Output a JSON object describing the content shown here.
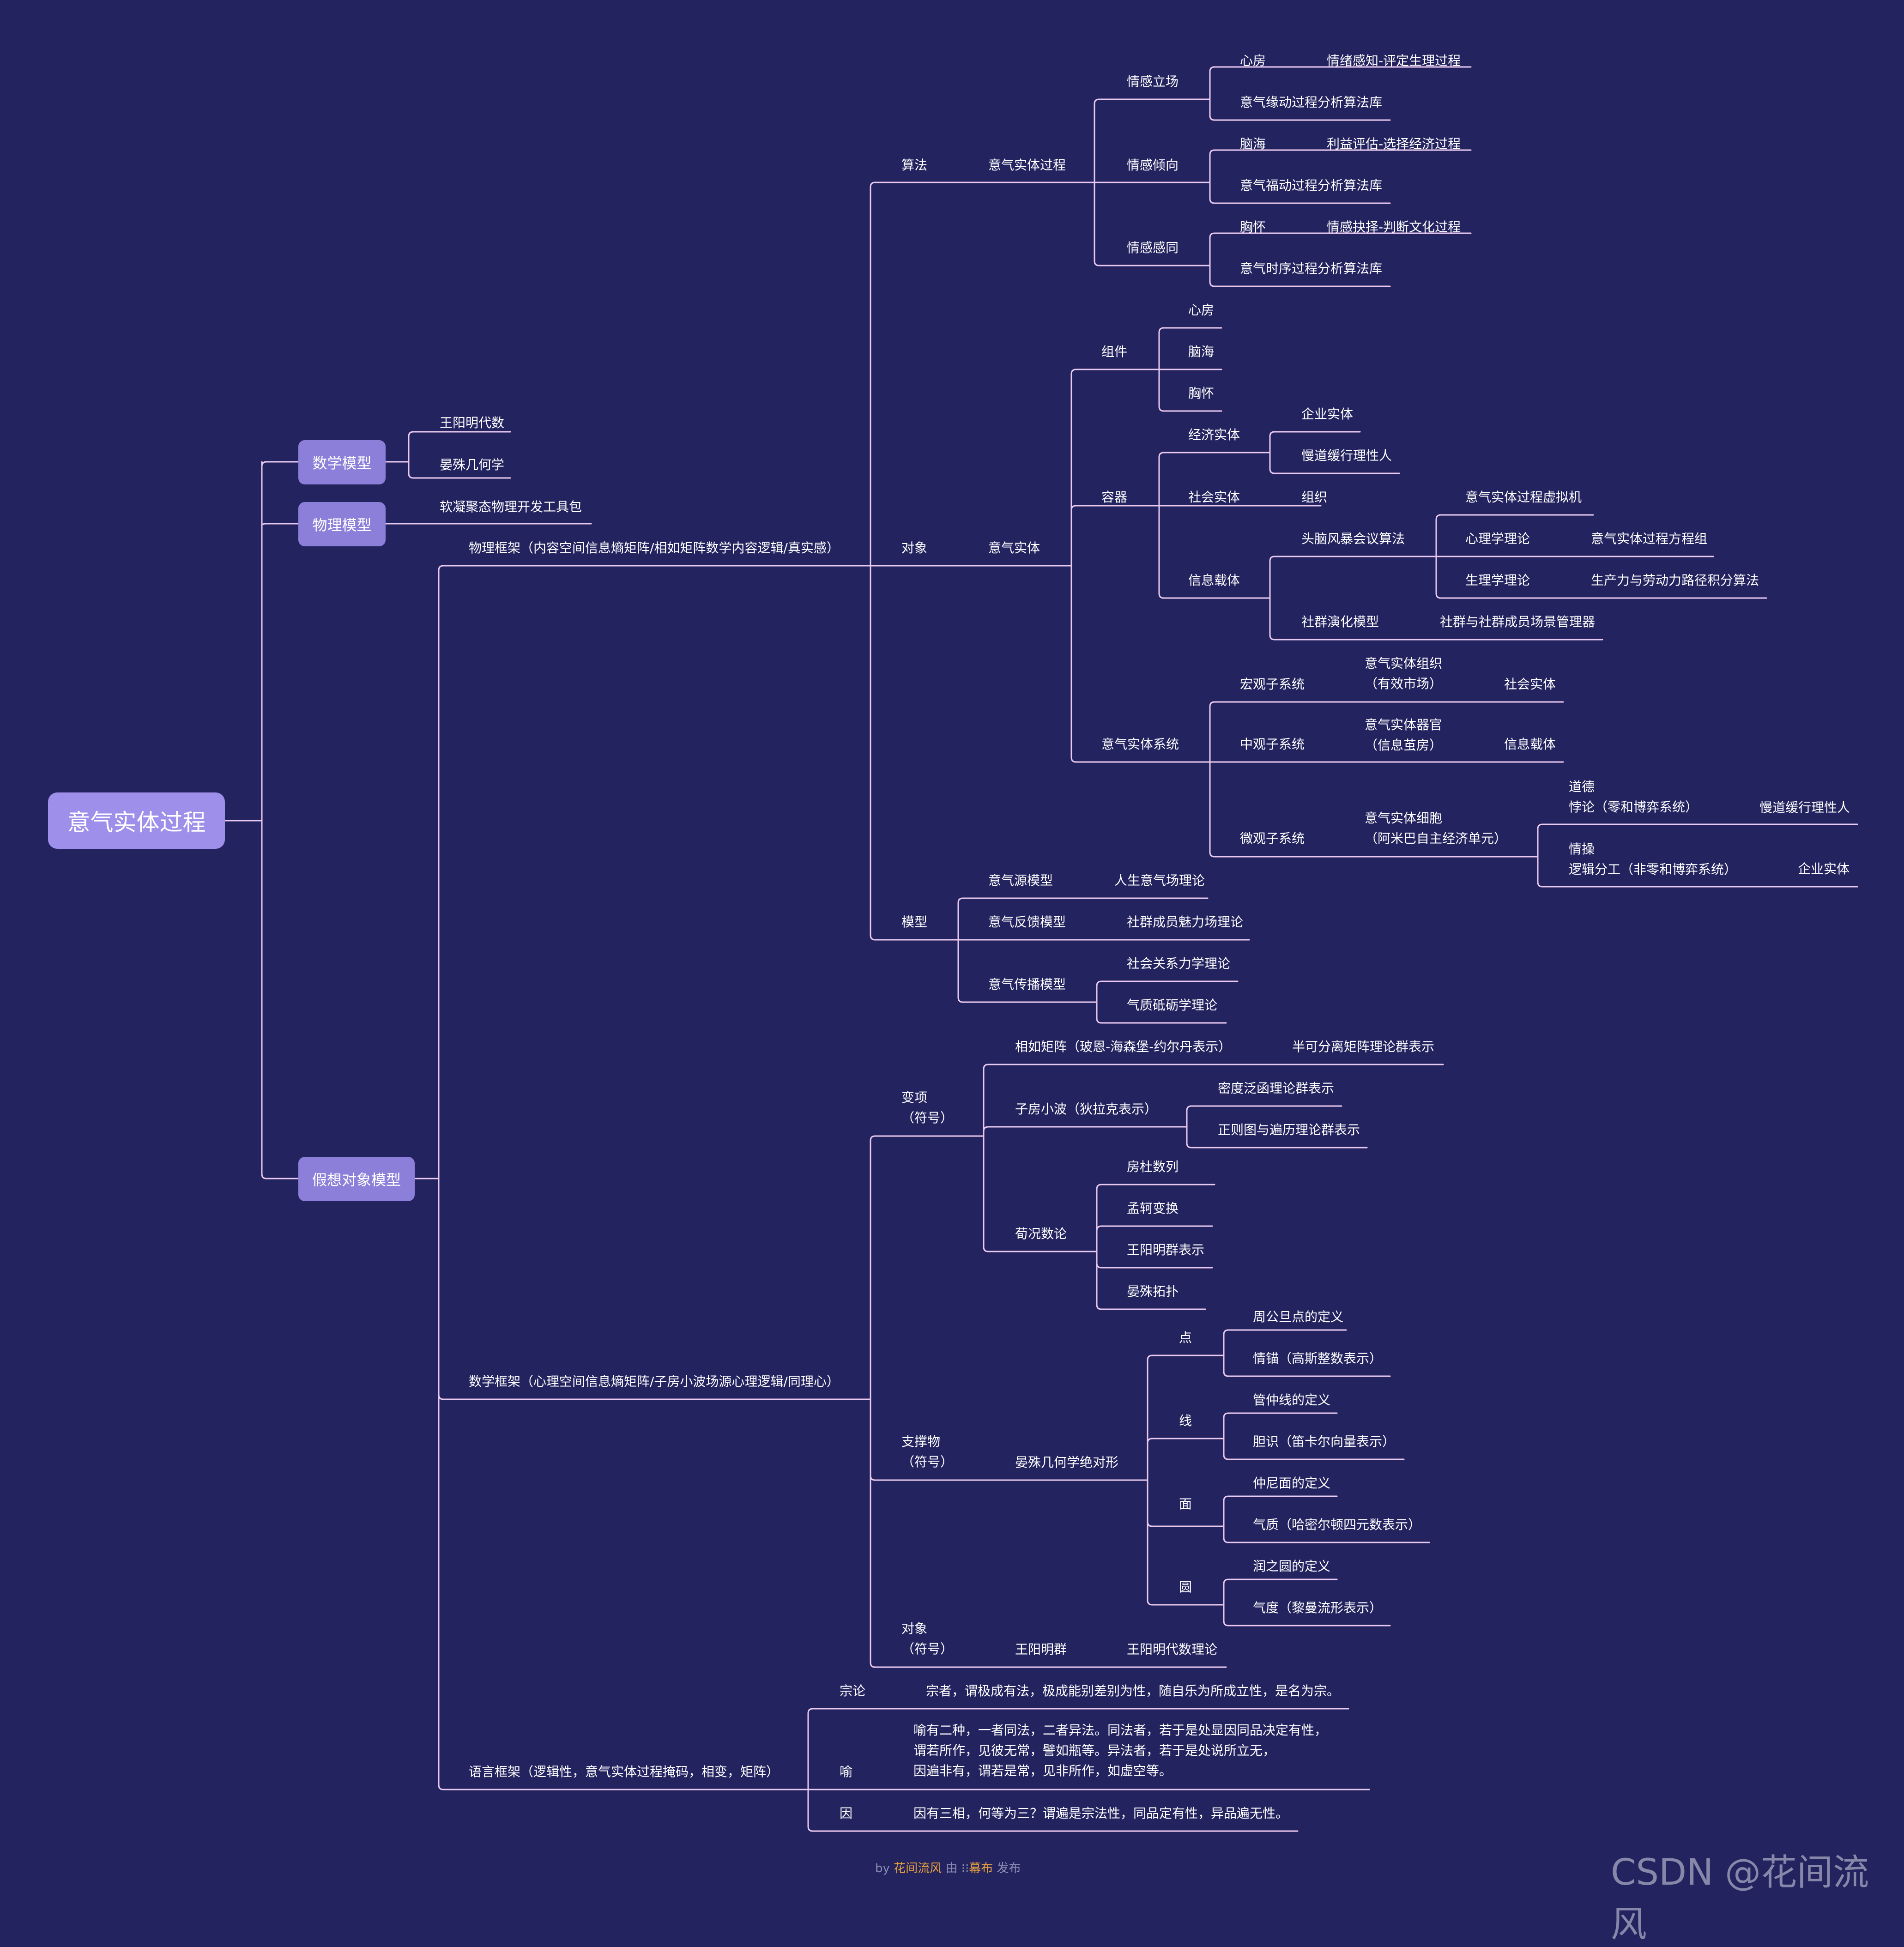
{
  "root": {
    "label": "意气实体过程"
  },
  "branch_math_model": {
    "label": "数学模型",
    "children": [
      "王阳明代数",
      "晏殊几何学"
    ]
  },
  "branch_physics_model": {
    "label": "物理模型",
    "children": [
      "软凝聚态物理开发工具包"
    ]
  },
  "branch_hypo_model": {
    "label": "假想对象模型"
  },
  "phys_frame": {
    "label": "物理框架（内容空间信息熵矩阵/相如矩阵数学内容逻辑/真实感）",
    "algo": {
      "label": "算法",
      "process": "意气实体过程",
      "groups": [
        {
          "label": "情感立场",
          "items": [
            [
              "心房",
              "情绪感知-评定生理过程"
            ],
            [
              "意气缘动过程分析算法库",
              ""
            ]
          ]
        },
        {
          "label": "情感倾向",
          "items": [
            [
              "脑海",
              "利益评估-选择经济过程"
            ],
            [
              "意气福动过程分析算法库",
              ""
            ]
          ]
        },
        {
          "label": "情感感同",
          "items": [
            [
              "胸怀",
              "情感抉择-判断文化过程"
            ],
            [
              "意气时序过程分析算法库",
              ""
            ]
          ]
        }
      ]
    },
    "obj": {
      "label": "对象",
      "entity": "意气实体",
      "component": {
        "label": "组件",
        "items": [
          "心房",
          "脑海",
          "胸怀"
        ]
      },
      "container": {
        "label": "容器",
        "econ": {
          "label": "经济实体",
          "items": [
            "企业实体",
            "慢道缓行理性人"
          ]
        },
        "social": {
          "label": "社会实体",
          "item": "组织"
        },
        "info": {
          "label": "信息载体",
          "brainstorm": "头脑风暴会议算法",
          "vm": "意气实体过程虚拟机",
          "psych": "心理学理论",
          "psych_eq": "意气实体过程方程组",
          "physio": "生理学理论",
          "physio_alg": "生产力与劳动力路径积分算法",
          "community": "社群演化模型",
          "community_mgr": "社群与社群成员场景管理器"
        }
      },
      "system": {
        "label": "意气实体系统",
        "macro": {
          "label": "宏观子系统",
          "org": "意气实体组织\n（有效市场）",
          "leaf": "社会实体"
        },
        "meso": {
          "label": "中观子系统",
          "org": "意气实体器官\n（信息茧房）",
          "leaf": "信息载体"
        },
        "micro": {
          "label": "微观子系统",
          "org": "意气实体细胞\n（阿米巴自主经济单元）",
          "moral": "道德\n悖论（零和博弈系统）",
          "moral_leaf": "慢道缓行理性人",
          "sentiment": "情操\n逻辑分工（非零和博弈系统）",
          "sentiment_leaf": "企业实体"
        }
      }
    },
    "model": {
      "label": "模型",
      "source": {
        "label": "意气源模型",
        "leaf": "人生意气场理论"
      },
      "feedback": {
        "label": "意气反馈模型",
        "leaf": "社群成员魅力场理论"
      },
      "spread": {
        "label": "意气传播模型",
        "items": [
          "社会关系力学理论",
          "气质砥砺学理论"
        ]
      }
    }
  },
  "math_frame": {
    "label": "数学框架（心理空间信息熵矩阵/子房小波场源心理逻辑/同理心）",
    "var": {
      "label": "变项\n（符号）",
      "xiangru": {
        "label": "相如矩阵（玻恩-海森堡-约尔丹表示）",
        "leaf": "半可分离矩阵理论群表示"
      },
      "zifang": {
        "label": "子房小波（狄拉克表示）",
        "items": [
          "密度泛函理论群表示",
          "正则图与遍历理论群表示"
        ]
      },
      "xunkuang": {
        "label": "荀况数论",
        "items": [
          "房杜数列",
          "孟轲变换",
          "王阳明群表示",
          "晏殊拓扑"
        ]
      }
    },
    "support": {
      "label": "支撑物\n（符号）",
      "geo": "晏殊几何学绝对形",
      "dims": [
        {
          "label": "点",
          "items": [
            "周公旦点的定义",
            "情锚（高斯整数表示）"
          ]
        },
        {
          "label": "线",
          "items": [
            "管仲线的定义",
            "胆识（笛卡尔向量表示）"
          ]
        },
        {
          "label": "面",
          "items": [
            "仲尼面的定义",
            "气质（哈密尔顿四元数表示）"
          ]
        },
        {
          "label": "圆",
          "items": [
            "润之圆的定义",
            "气度（黎曼流形表示）"
          ]
        }
      ]
    },
    "obj": {
      "label": "对象\n（符号）",
      "group": "王阳明群",
      "leaf": "王阳明代数理论"
    }
  },
  "lang_frame": {
    "label": "语言框架（逻辑性，意气实体过程掩码，相变，矩阵）",
    "items": [
      {
        "label": "宗论",
        "text": "宗者，谓极成有法，极成能别差别为性，随自乐为所成立性，是名为宗。"
      },
      {
        "label": "喻",
        "text": "喻有二种，一者同法，二者异法。同法者，若于是处显因同品决定有性，\n谓若所作，见彼无常，譬如瓶等。异法者，若于是处说所立无，\n因遍非有，谓若是常，见非所作，如虚空等。"
      },
      {
        "label": "因",
        "text": "因有三相，何等为三？谓遍是宗法性，同品定有性，异品遍无性。"
      }
    ]
  },
  "footer": {
    "by": "by",
    "author": "花间流风",
    "mid": "由",
    "logo": "⁝⁝",
    "brand": "幕布",
    "end": "发布"
  },
  "watermark": "CSDN @花间流风",
  "colors": {
    "background": "#232360",
    "line": "#e9c9ee",
    "node": "#8c7fd9",
    "root": "#9e8fea",
    "text": "#ffffff"
  }
}
